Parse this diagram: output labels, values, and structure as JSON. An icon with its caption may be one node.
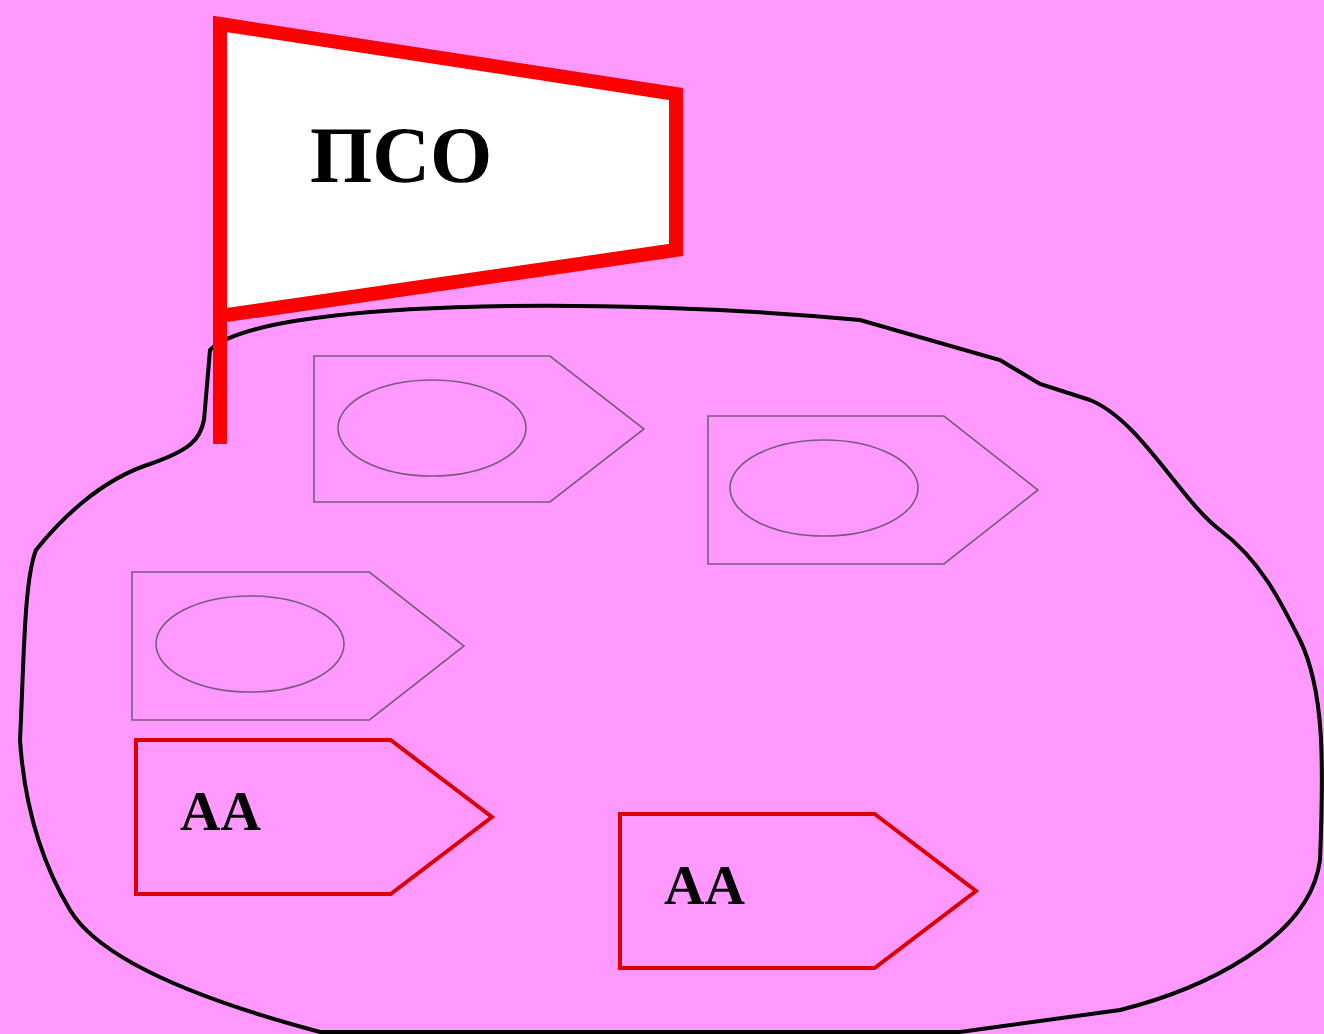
{
  "diagram": {
    "nodes": [
      {
        "text": [
          "ПСО"
        ]
      },
      {
        "text": [],
        "shape": "area"
      },
      {
        "text": [],
        "shape": "pentagon",
        "in": 1
      },
      {
        "text": [],
        "shape": "pentagon",
        "in": 1
      },
      {
        "text": [],
        "shape": "pentagon",
        "in": 1
      },
      {
        "text": [
          "АА"
        ],
        "in": 1
      },
      {
        "text": [
          "АА"
        ],
        "in": 1
      }
    ]
  }
}
